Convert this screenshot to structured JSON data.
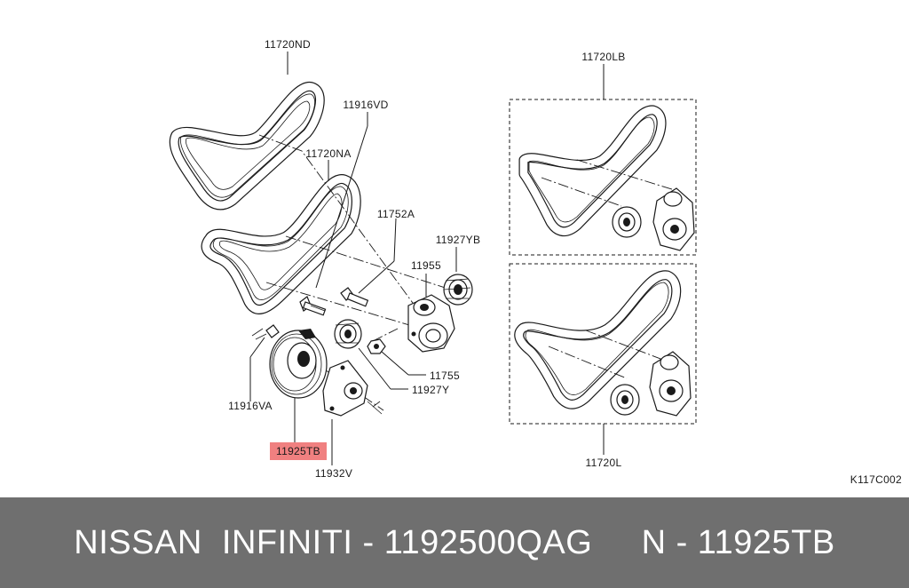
{
  "labels": {
    "belt_top": "11720ND",
    "bolt_top": "11916VD",
    "belt_middle": "11720NA",
    "tensioner_bolt": "11752A",
    "tensioner": "11955",
    "idler_upper": "11927YB",
    "nut": "11755",
    "idler_lower": "11927Y",
    "bolt_lower": "11916VA",
    "pulley_highlight": "11925TB",
    "bracket": "11932V",
    "belt_kit_upper": "11720LB",
    "belt_kit_lower": "11720L",
    "figure_code": "K117C002"
  },
  "highlight_color": "#f08080",
  "footer": {
    "text": "NISSAN  INFINITI - 1192500QAG     N - 11925TB",
    "background": "#6f6f6f",
    "text_color": "#ffffff"
  }
}
